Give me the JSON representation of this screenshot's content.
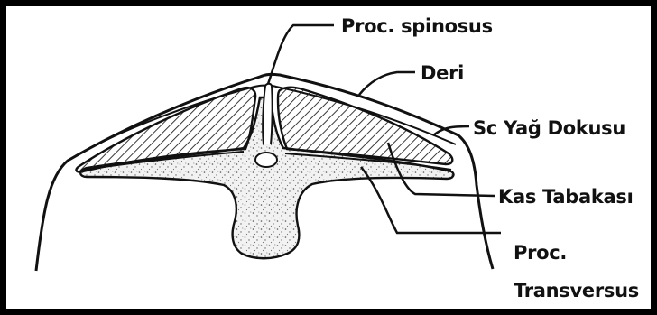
{
  "labels": {
    "proc_spinosus": "Proc. spinosus",
    "deri": "Deri",
    "sc_yag_dokusu": "Sc Yağ Dokusu",
    "kas_tabakasi": "Kas Tabakası",
    "proc_transversus_line1": "Proc.",
    "proc_transversus_line2": "Transversus"
  },
  "colors": {
    "stroke": "#111111",
    "frame": "#000000",
    "bone_fill": "#efefef",
    "background": "#ffffff"
  }
}
